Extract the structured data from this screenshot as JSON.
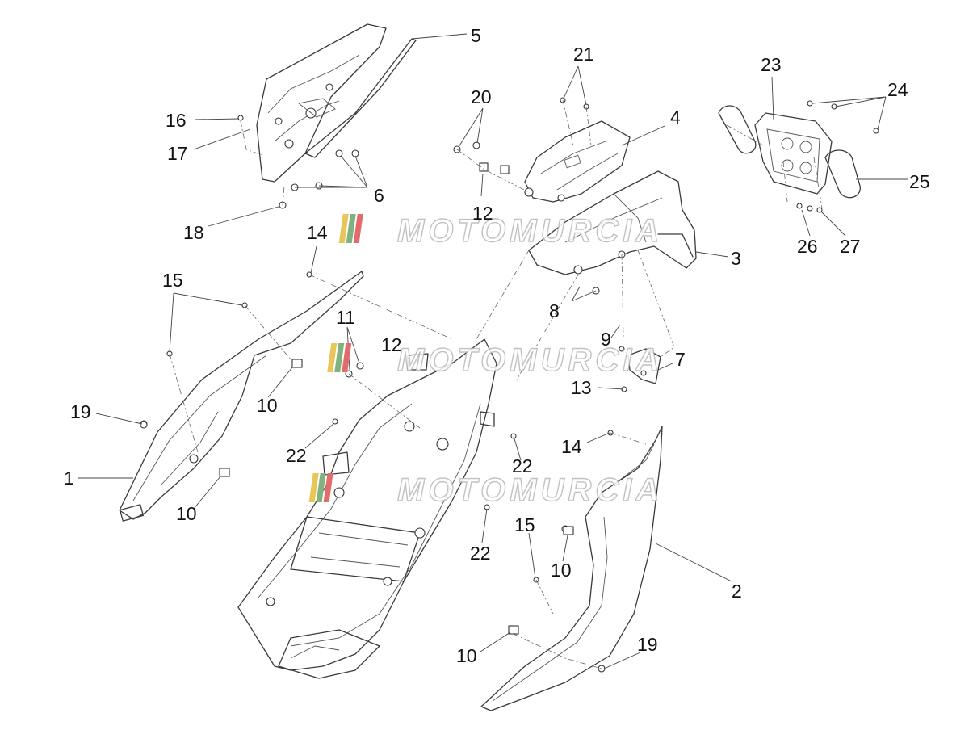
{
  "watermark": {
    "text": "MOTOMURCIA",
    "stripe_colors": [
      "#e8c65a",
      "#7fb27f",
      "#e46b6b"
    ]
  },
  "callouts": {
    "c1": "1",
    "c2": "2",
    "c3": "3",
    "c4": "4",
    "c5": "5",
    "c6": "6",
    "c7": "7",
    "c8": "8",
    "c9": "9",
    "c10": "10",
    "c11": "11",
    "c12": "12",
    "c13": "13",
    "c14": "14",
    "c15": "15",
    "c16": "16",
    "c17": "17",
    "c18": "18",
    "c19": "19",
    "c20": "20",
    "c21": "21",
    "c22": "22",
    "c23": "23",
    "c24": "24",
    "c25": "25",
    "c26": "26",
    "c27": "27"
  }
}
